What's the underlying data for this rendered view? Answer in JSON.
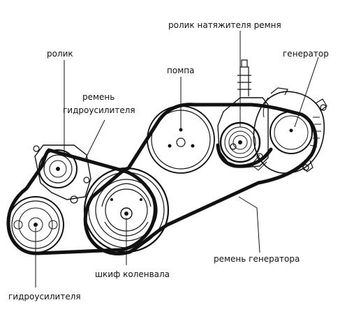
{
  "labels": {
    "tensioner_roller": "ролик натяжителя ремня",
    "roller": "ролик",
    "generator": "генератор",
    "pump": "помпа",
    "power_steering_belt_l1": "ремень",
    "power_steering_belt_l2": "гидроусилителя",
    "generator_belt": "ремень генератора",
    "crankshaft_pulley": "шкиф коленвала",
    "power_steering_pump": "гидроусилителя"
  },
  "colors": {
    "ink": "#111111",
    "background": "#ffffff"
  }
}
